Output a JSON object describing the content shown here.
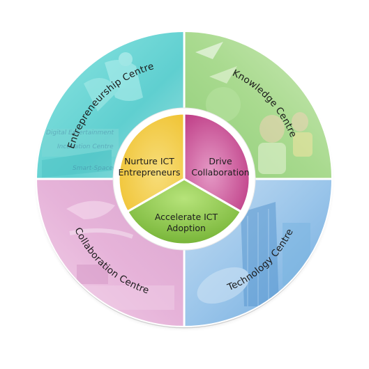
{
  "ring": {
    "quadrants": [
      {
        "id": "entrepreneurship",
        "label": "Entrepreneurship Centre",
        "color": "#6fd6d4"
      },
      {
        "id": "knowledge",
        "label": "Knowledge Centre",
        "color": "#9fd58a"
      },
      {
        "id": "collaboration",
        "label": "Collaboration Centre",
        "color": "#e8b4da"
      },
      {
        "id": "technology",
        "label": "Technology Centre",
        "color": "#8fbde6"
      }
    ]
  },
  "core": {
    "sectors": [
      {
        "id": "nurture",
        "line1": "Nurture ICT",
        "line2": "Entrepreneurs",
        "color": "#f6cf4a"
      },
      {
        "id": "drive",
        "line1": "Drive",
        "line2": "Collaboration",
        "color": "#c9418e"
      },
      {
        "id": "accelerate",
        "line1": "Accelerate ICT",
        "line2": "Adoption",
        "color": "#84c540"
      }
    ]
  },
  "photo_text": {
    "line1": "Digital Entertainment",
    "line2": "Incubation Centre",
    "line3": "Smart-Space@"
  }
}
